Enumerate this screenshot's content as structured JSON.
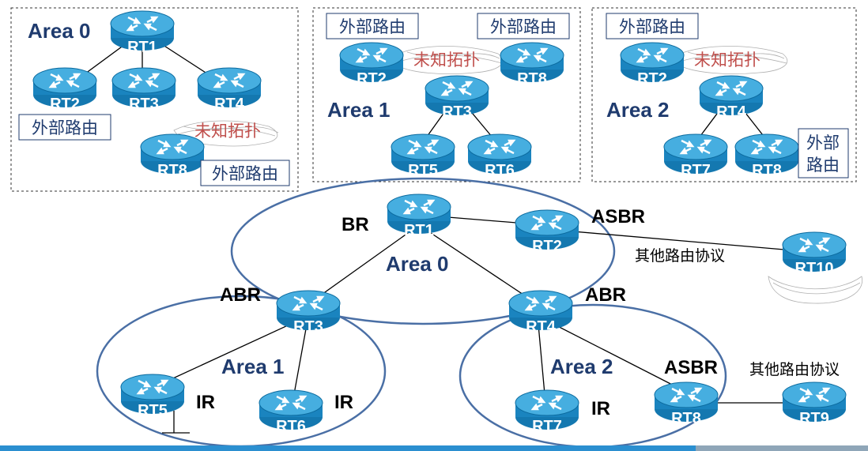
{
  "colors": {
    "router": "#1a84bf",
    "router_top": "#46aee0",
    "area_outline": "#4a6fa5",
    "area_title": "#1f3b6e",
    "unknown_text": "#c0504d",
    "bottom_bar": "#2b8fd0"
  },
  "panels": [
    {
      "id": "panel-area0",
      "title": "Area 0",
      "routers": [
        "RT1",
        "RT2",
        "RT3",
        "RT4",
        "RT8"
      ],
      "external_labels": [
        "外部路由",
        "外部路由"
      ],
      "unknown_label": "未知拓扑"
    },
    {
      "id": "panel-area1",
      "title": "Area 1",
      "routers": [
        "RT2",
        "RT8",
        "RT3",
        "RT5",
        "RT6"
      ],
      "external_labels": [
        "外部路由",
        "外部路由"
      ],
      "unknown_label": "未知拓扑"
    },
    {
      "id": "panel-area2",
      "title": "Area 2",
      "routers": [
        "RT2",
        "RT4",
        "RT7",
        "RT8"
      ],
      "external_labels": [
        "外部路由",
        "外部",
        "路由"
      ],
      "unknown_label": "未知拓扑"
    }
  ],
  "main": {
    "areas": [
      "Area 0",
      "Area 1",
      "Area 2"
    ],
    "routers": [
      "RT1",
      "RT2",
      "RT3",
      "RT4",
      "RT5",
      "RT6",
      "RT7",
      "RT8",
      "RT9",
      "RT10"
    ],
    "roles": {
      "br": "BR",
      "asbr_rt2": "ASBR",
      "abr_rt3": "ABR",
      "abr_rt4": "ABR",
      "asbr_rt8": "ASBR",
      "ir_rt5": "IR",
      "ir_rt6": "IR",
      "ir_rt7": "IR"
    },
    "other_protocol_labels": [
      "其他路由协议",
      "其他路由协议"
    ]
  }
}
